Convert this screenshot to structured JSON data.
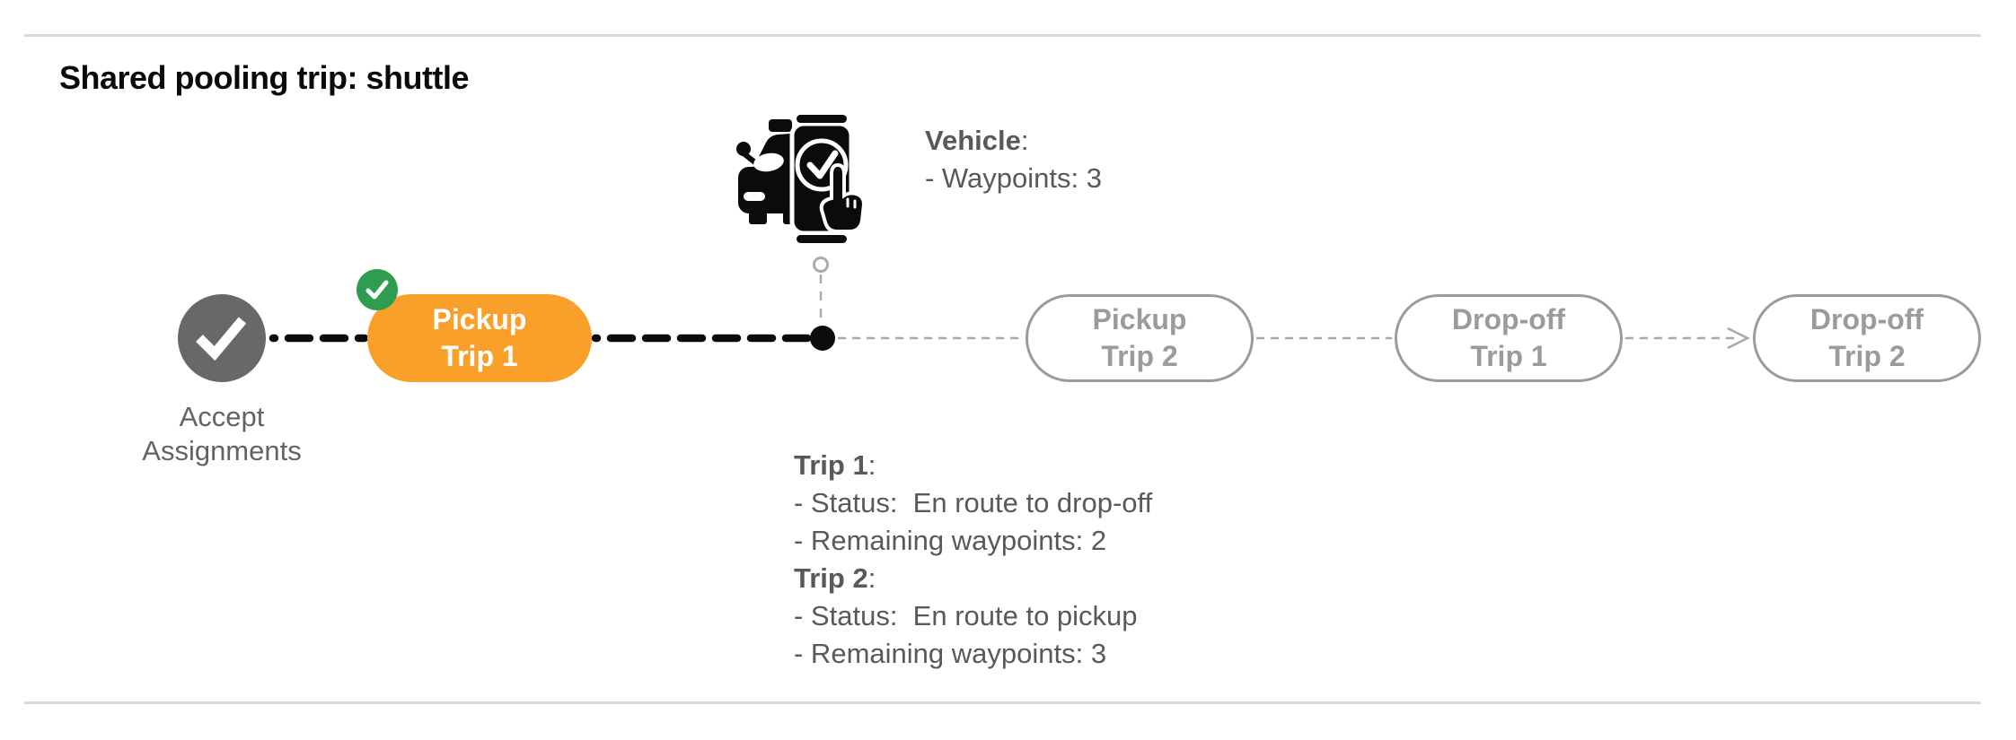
{
  "page": {
    "title": "Shared pooling trip: shuttle"
  },
  "vehicle_info": {
    "label": "Vehicle",
    "colon": ":",
    "waypoints_line": "- Waypoints: 3",
    "icon": "car-phone-check-icon"
  },
  "timeline": {
    "start_node": {
      "line1": "Accept",
      "line2": "Assignments",
      "state": "completed",
      "icon": "check-circle-icon"
    },
    "current_position": {
      "icon": "vehicle-position-dot",
      "marker_icon": "open-circle-marker"
    },
    "nodes": [
      {
        "line1": "Pickup",
        "line2": "Trip 1",
        "state": "completed-current",
        "badge_icon": "check-badge-icon"
      },
      {
        "line1": "Pickup",
        "line2": "Trip 2",
        "state": "upcoming"
      },
      {
        "line1": "Drop-off",
        "line2": "Trip 1",
        "state": "upcoming"
      },
      {
        "line1": "Drop-off",
        "line2": "Trip 2",
        "state": "upcoming"
      }
    ],
    "connectors": [
      {
        "from": "accept-assignments",
        "to": "pickup-trip-1",
        "style": "bold-black-dashed"
      },
      {
        "from": "pickup-trip-1",
        "to": "vehicle-position",
        "style": "bold-black-dashed"
      },
      {
        "from": "vehicle-position",
        "to": "pickup-trip-2",
        "style": "thin-gray-dashed"
      },
      {
        "from": "pickup-trip-2",
        "to": "dropoff-trip-1",
        "style": "thin-gray-dashed"
      },
      {
        "from": "dropoff-trip-1",
        "to": "dropoff-trip-2",
        "style": "thin-gray-dashed-arrow"
      }
    ]
  },
  "trip_details": [
    {
      "name": "Trip 1",
      "colon": ":",
      "status_line": "- Status:  En route to drop-off",
      "waypoints_line": "- Remaining waypoints: 2"
    },
    {
      "name": "Trip 2",
      "colon": ":",
      "status_line": "- Status:  En route to pickup",
      "waypoints_line": "- Remaining waypoints: 3"
    }
  ],
  "colors": {
    "active_pill_orange": "#F8A02A",
    "done_badge_green": "#2E9D4F",
    "start_circle_gray": "#686868",
    "pending_gray": "#9B9B9B",
    "connector_black": "#0B0B0B",
    "connector_gray": "#A9A9A9",
    "rule_gray": "#D9D9D9",
    "body_text_gray": "#58595B"
  }
}
